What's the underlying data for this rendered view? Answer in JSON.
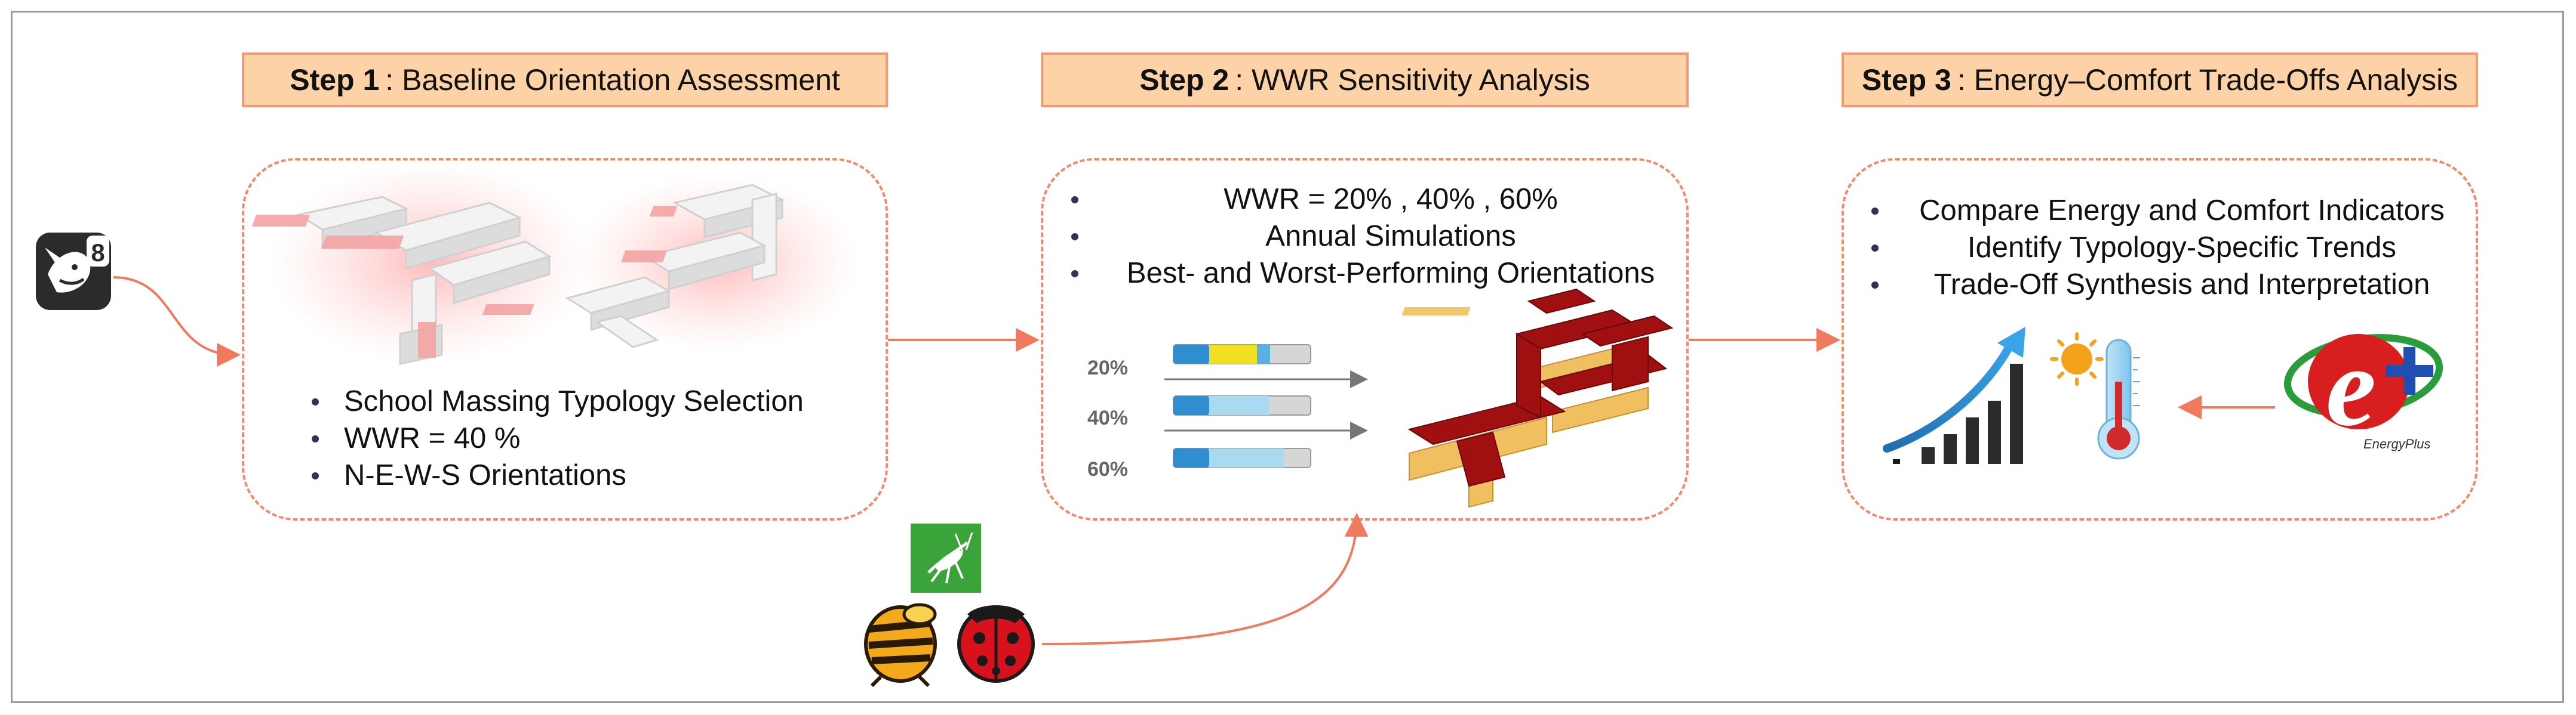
{
  "steps": [
    {
      "number": "Step 1",
      "title": ": Baseline Orientation Assessment",
      "bullets": [
        "School Massing Typology Selection",
        "WWR = 40 %",
        "N-E-W-S Orientations"
      ]
    },
    {
      "number": "Step 2",
      "title": ": WWR Sensitivity Analysis",
      "bullets": [
        "WWR = 20% , 40% , 60%",
        "Annual Simulations",
        "Best- and Worst-Performing Orientations"
      ],
      "wwr_levels": [
        "20%",
        "40%",
        "60%"
      ]
    },
    {
      "number": "Step 3",
      "title": ": Energy–Comfort Trade-Offs Analysis",
      "bullets": [
        "Compare Energy and Comfort Indicators",
        "Identify Typology-Specific Trends",
        "Trade-Off Synthesis and Interpretation"
      ],
      "energyplus_letter": "e",
      "energyplus_label": "EnergyPlus"
    }
  ],
  "rhino_badge": "8",
  "colors": {
    "header_fill": "#fcd2a6",
    "header_border": "#f19a74",
    "dashed_border": "#f28a6c",
    "arrow": "#f07a5e",
    "roof": "#a01010",
    "wall": "#f0c060",
    "chart_blue": "#2d8ecf"
  }
}
